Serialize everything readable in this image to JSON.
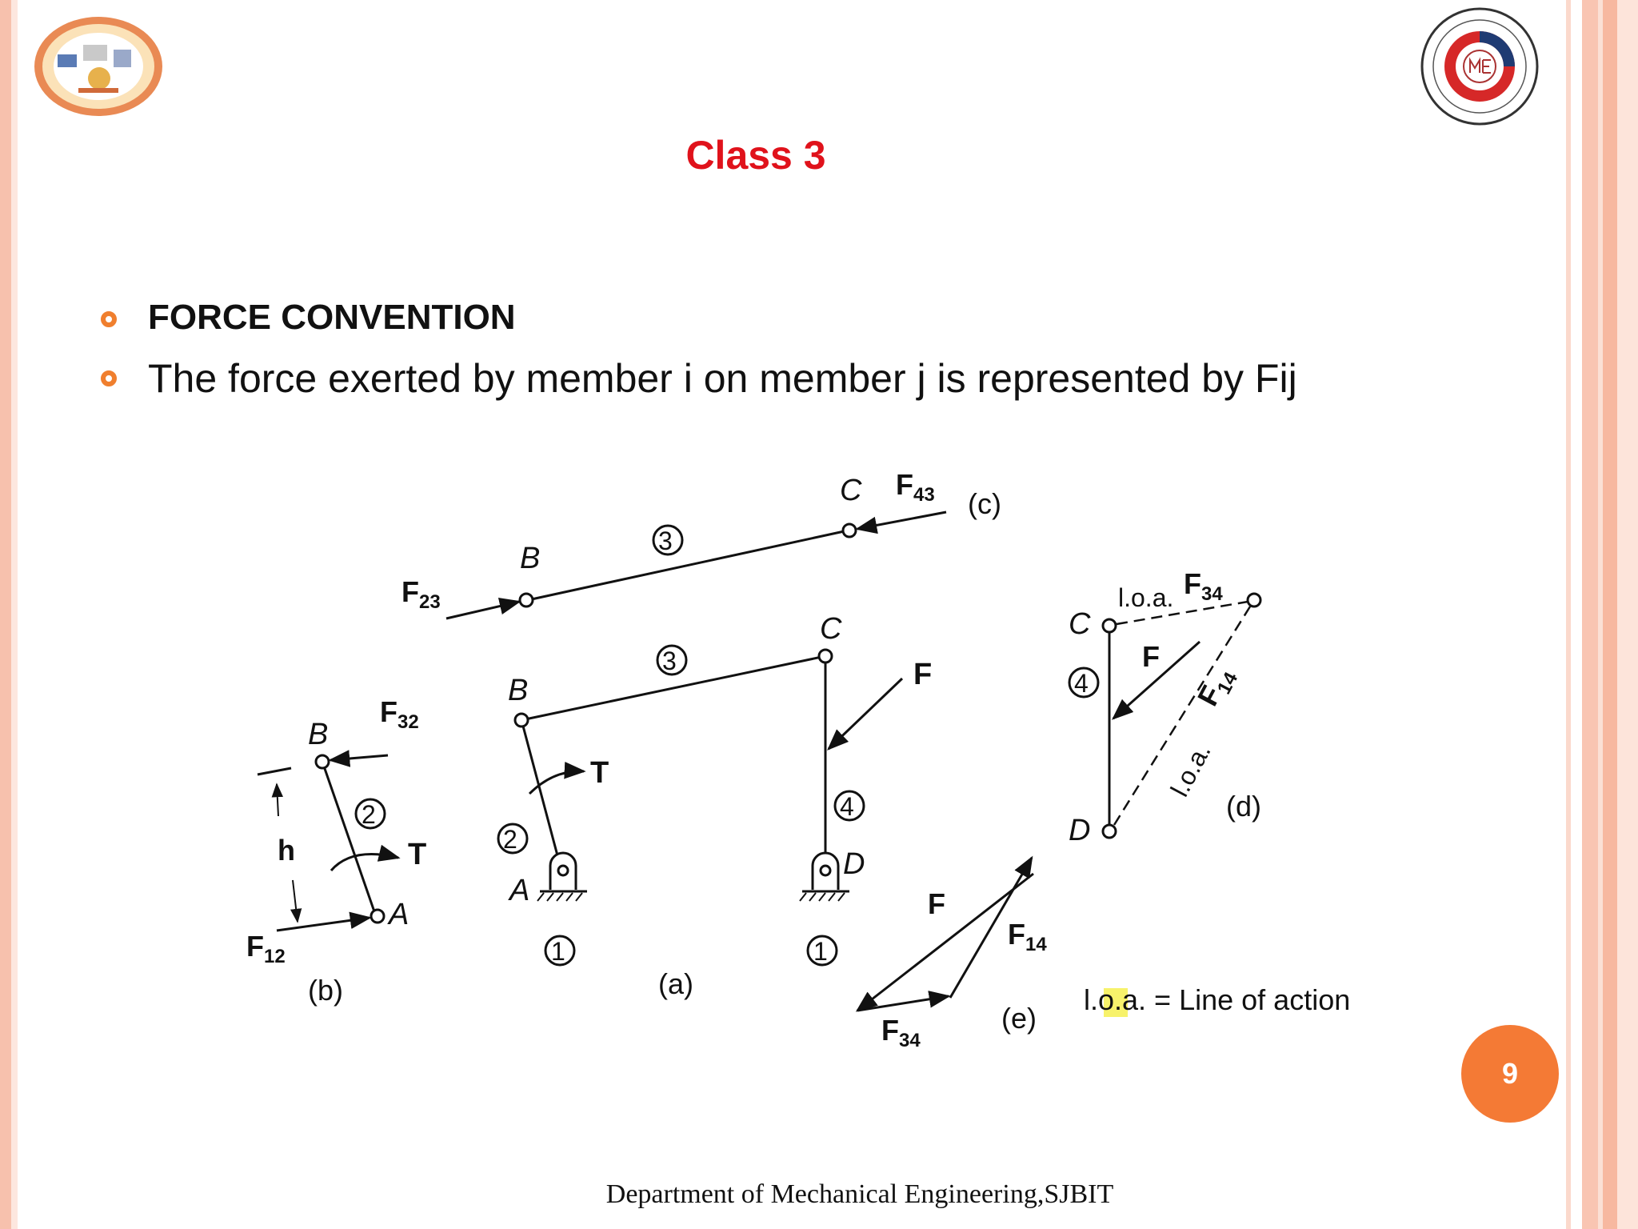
{
  "slide": {
    "title": "Class 3",
    "bullets": [
      "FORCE CONVENTION",
      "The force exerted by member i on member j is represented by Fij"
    ],
    "page_number": "9",
    "footer": "Department of Mechanical Engineering,SJBIT",
    "colors": {
      "title": "#e0121b",
      "bullet": "#f07f2e",
      "page_badge": "#f47a35"
    }
  },
  "figure": {
    "a": {
      "caption": "(a)",
      "point_B": "B",
      "point_C": "C",
      "point_A": "A",
      "point_D": "D",
      "link_2": "2",
      "link_3": "3",
      "link_4": "4",
      "ground_left": "1",
      "ground_right": "1",
      "torque": "T",
      "force": "F"
    },
    "b": {
      "caption": "(b)",
      "point_B": "B",
      "point_A": "A",
      "link": "2",
      "torque": "T",
      "height": "h",
      "force_top": "F",
      "force_top_sub": "32",
      "force_bottom": "F",
      "force_bottom_sub": "12"
    },
    "c": {
      "caption": "(c)",
      "point_B": "B",
      "point_C": "C",
      "link": "3",
      "force_left": "F",
      "force_left_sub": "23",
      "force_right": "F",
      "force_right_sub": "43"
    },
    "d": {
      "caption": "(d)",
      "point_C": "C",
      "point_D": "D",
      "link": "4",
      "force": "F",
      "force_34": "F",
      "force_34_sub": "34",
      "force_14": "F",
      "force_14_sub": "14",
      "loa_top": "l.o.a.",
      "loa_diag": "l.o.a."
    },
    "e": {
      "caption": "(e)",
      "force": "F",
      "force_14": "F",
      "force_14_sub": "14",
      "force_34": "F",
      "force_34_sub": "34"
    },
    "legend": {
      "pre": "l.o.a. = Line ",
      "highlight": "of",
      "post": " action"
    }
  }
}
